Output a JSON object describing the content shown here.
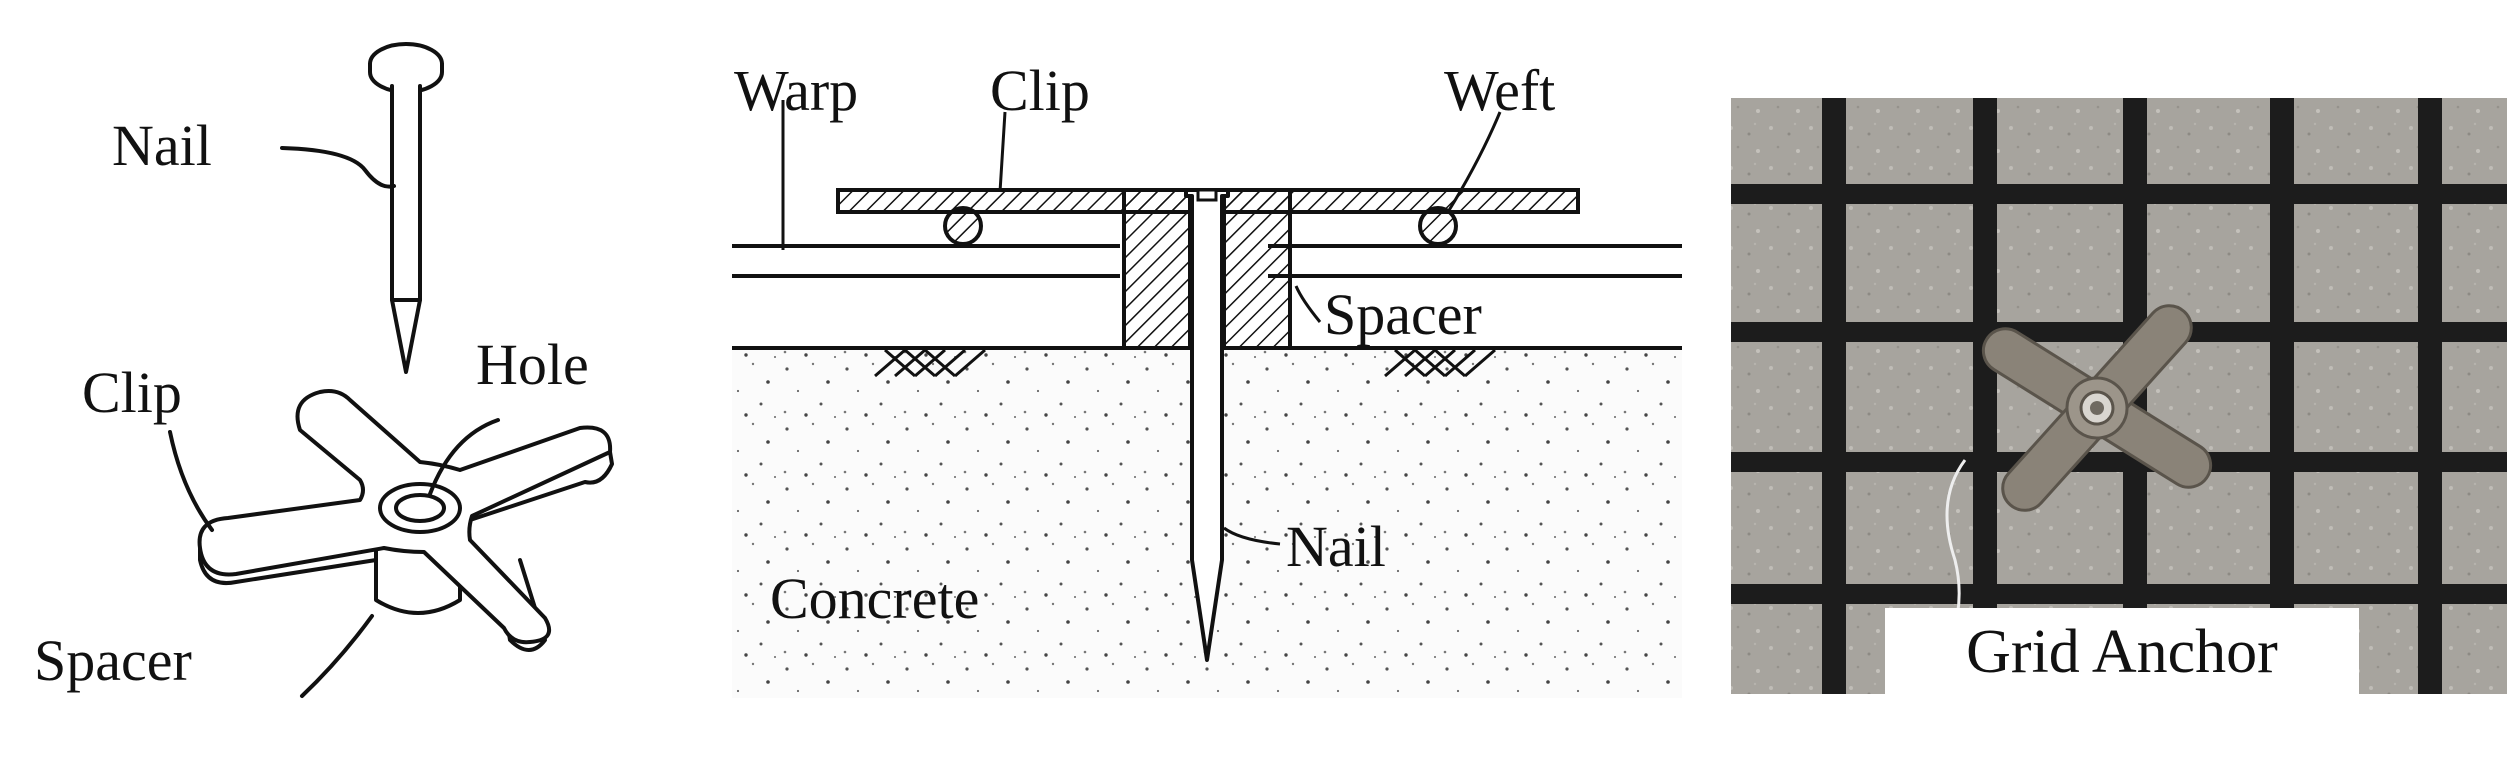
{
  "figure": {
    "panel_a": {
      "labels": {
        "nail": "Nail",
        "clip": "Clip",
        "hole": "Hole",
        "spacer": "Spacer"
      }
    },
    "panel_b": {
      "labels": {
        "warp": "Warp",
        "clip": "Clip",
        "weft": "Weft",
        "spacer": "Spacer",
        "nail": "Nail",
        "concrete": "Concrete"
      }
    },
    "panel_c": {
      "caption": "Grid Anchor"
    }
  },
  "colors": {
    "line": "#111111",
    "concrete_bg": "#f6f6f6",
    "photo_bg": "#a9a6a0",
    "grid": "#1b1b1b",
    "anchor_metal": "#8a8378"
  }
}
